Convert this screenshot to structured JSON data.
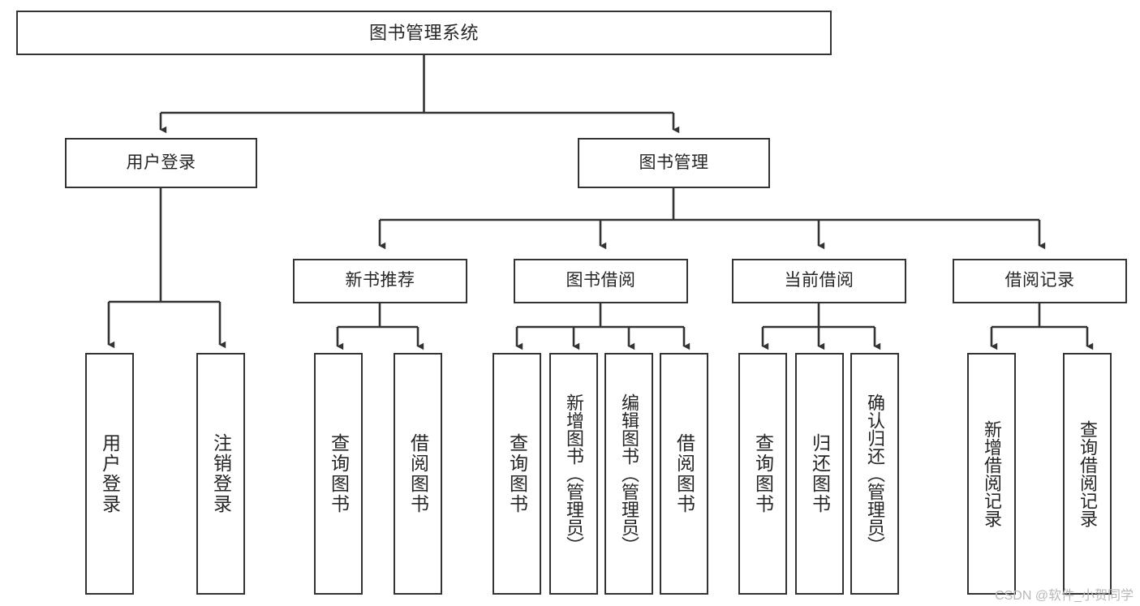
{
  "diagram": {
    "title": "图书管理系统",
    "type": "tree-functional-structure",
    "stroke_color": "#333333",
    "fill_color": "#ffffff",
    "text_color": "#262626",
    "watermark": "CSDN @软件_小贺同学",
    "nodes": {
      "root": {
        "label": "图书管理系统"
      },
      "level2": [
        {
          "id": "user-login",
          "label": "用户登录"
        },
        {
          "id": "book-manage",
          "label": "图书管理"
        }
      ],
      "level3": [
        {
          "id": "new-book-recommend",
          "label": "新书推荐"
        },
        {
          "id": "book-borrow",
          "label": "图书借阅"
        },
        {
          "id": "current-borrow",
          "label": "当前借阅"
        },
        {
          "id": "borrow-record",
          "label": "借阅记录"
        }
      ],
      "leaves": {
        "user_login": [
          {
            "id": "leaf-user-login",
            "label": "用户登录"
          },
          {
            "id": "leaf-logout-login",
            "label": "注销登录"
          }
        ],
        "new_book_recommend": [
          {
            "id": "leaf-query-book-1",
            "label": "查询图书"
          },
          {
            "id": "leaf-borrow-book-1",
            "label": "借阅图书"
          }
        ],
        "book_borrow": [
          {
            "id": "leaf-query-book-2",
            "label": "查询图书"
          },
          {
            "id": "leaf-add-book",
            "label": "新增图书（管理员）"
          },
          {
            "id": "leaf-edit-book",
            "label": "编辑图书（管理员）"
          },
          {
            "id": "leaf-borrow-book-2",
            "label": "借阅图书"
          }
        ],
        "current_borrow": [
          {
            "id": "leaf-query-book-3",
            "label": "查询图书"
          },
          {
            "id": "leaf-return-book",
            "label": "归还图书"
          },
          {
            "id": "leaf-confirm-return",
            "label": "确认归还（管理员）"
          }
        ],
        "borrow_record": [
          {
            "id": "leaf-add-record",
            "label": "新增借阅记录"
          },
          {
            "id": "leaf-query-record",
            "label": "查询借阅记录"
          }
        ]
      }
    }
  }
}
